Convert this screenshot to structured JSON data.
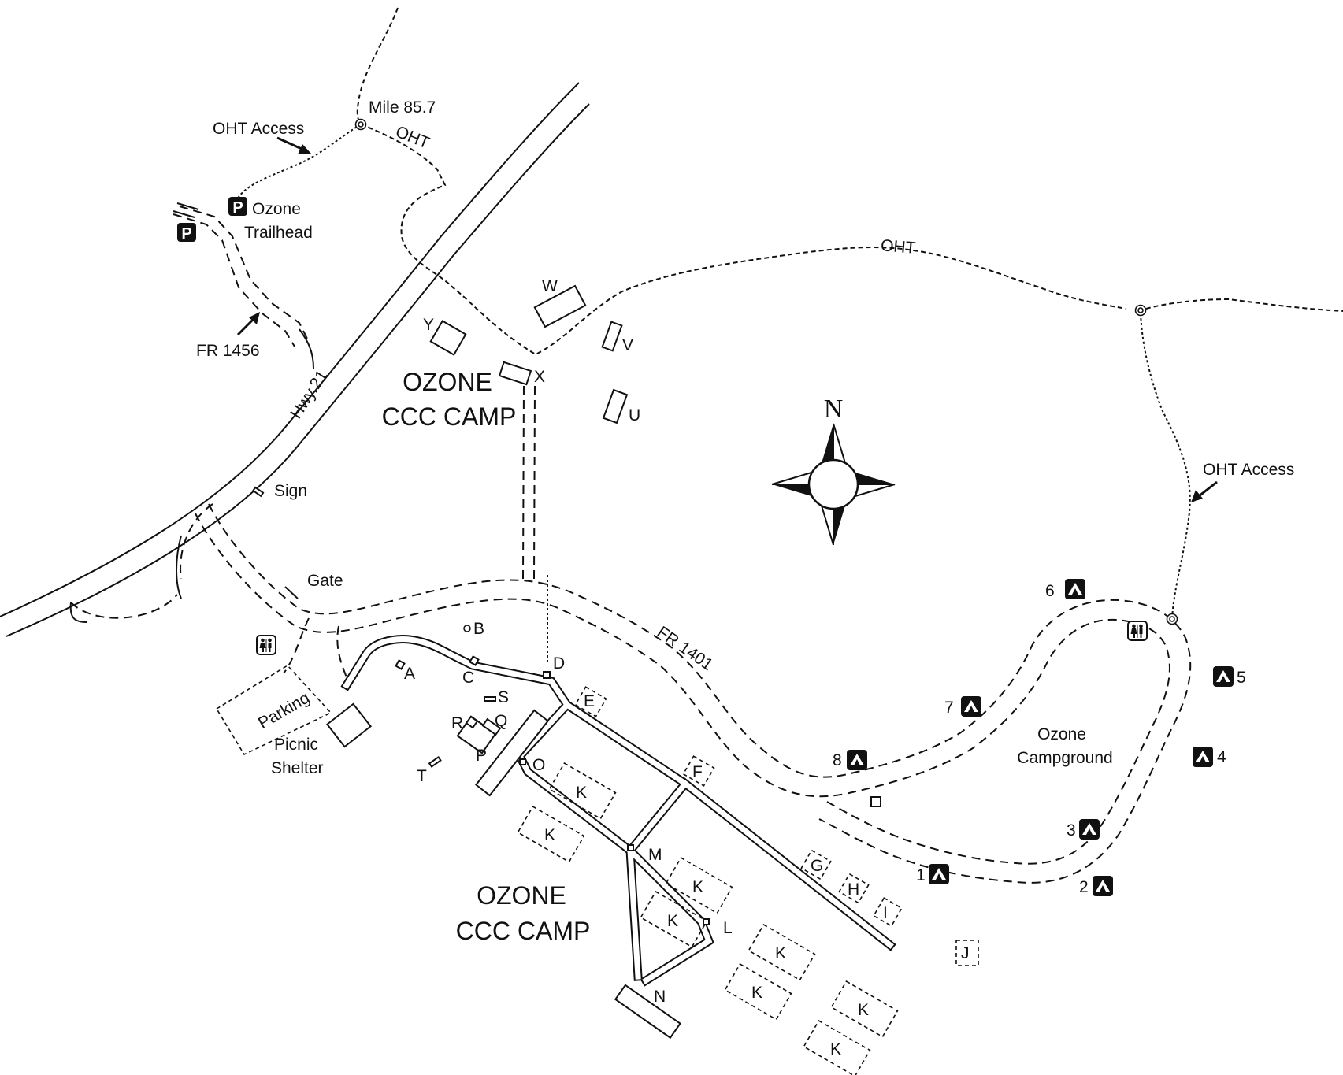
{
  "labels": {
    "oht_access_nw": "OHT Access",
    "mile": "Mile 85.7",
    "oht_north": "OHT",
    "ozone_trailhead_1": "Ozone",
    "ozone_trailhead_2": "Trailhead",
    "fr1456": "FR 1456",
    "hwy21": "Hwy.21",
    "ccc_camp_upper_1": "OZONE",
    "ccc_camp_upper_2": "CCC CAMP",
    "oht_east": "OHT",
    "sign": "Sign",
    "gate": "Gate",
    "parking": "Parking",
    "picnic_1": "Picnic",
    "picnic_2": "Shelter",
    "fr1401": "FR 1401",
    "ccc_camp_lower_1": "OZONE",
    "ccc_camp_lower_2": "CCC CAMP",
    "oht_access_e": "OHT Access",
    "campground_1": "Ozone",
    "campground_2": "Campground",
    "compass_n": "N"
  },
  "parking_symbol": "P",
  "site_letters": {
    "A": "A",
    "B": "B",
    "C": "C",
    "D": "D",
    "E": "E",
    "F": "F",
    "G": "G",
    "H": "H",
    "I": "I",
    "J": "J",
    "K": "K",
    "L": "L",
    "M": "M",
    "N": "N",
    "O": "O",
    "P": "P",
    "Q": "Q",
    "R": "R",
    "S": "S",
    "T": "T",
    "U": "U",
    "V": "V",
    "W": "W",
    "X": "X",
    "Y": "Y"
  },
  "campsites": [
    "1",
    "2",
    "3",
    "4",
    "5",
    "6",
    "7",
    "8"
  ],
  "icons": {
    "parking": "parking-icon",
    "campsite": "tent-campsite-icon",
    "restroom": "restroom-icon",
    "trail_junction": "trail-junction-icon",
    "compass": "compass-rose-icon",
    "arrow": "pointer-arrow-icon"
  },
  "colors": {
    "ink": "#111111",
    "paper": "#ffffff"
  }
}
